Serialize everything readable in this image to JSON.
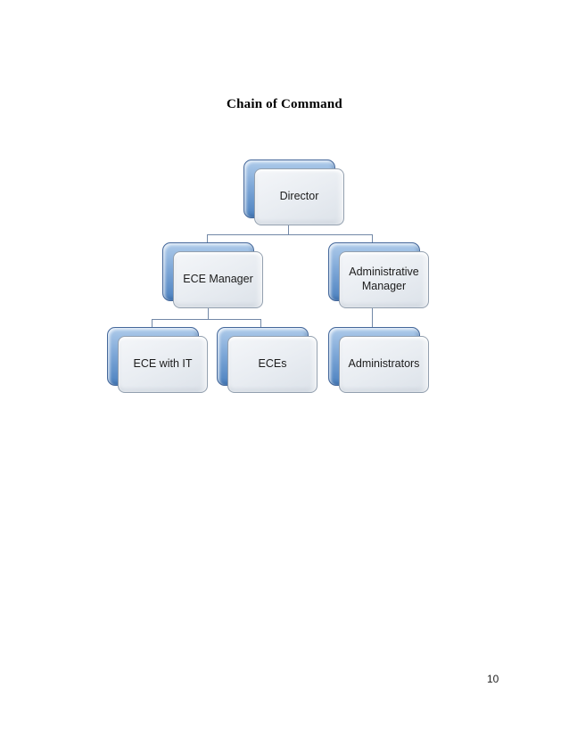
{
  "page": {
    "title": "Chain of Command",
    "page_number": "10"
  },
  "chart": {
    "type": "org-chart",
    "title": "Chain of Command",
    "nodes": [
      {
        "id": "director",
        "label": "Director",
        "parent": null,
        "level": 1
      },
      {
        "id": "ece-manager",
        "label": "ECE Manager",
        "parent": "director",
        "level": 2
      },
      {
        "id": "administrative-manager",
        "label": "Administrative Manager",
        "parent": "director",
        "level": 2
      },
      {
        "id": "ece-with-it",
        "label": "ECE with IT",
        "parent": "ece-manager",
        "level": 3
      },
      {
        "id": "eces",
        "label": "ECEs",
        "parent": "ece-manager",
        "level": 3
      },
      {
        "id": "administrators",
        "label": "Administrators",
        "parent": "administrative-manager",
        "level": 3
      }
    ],
    "colors": {
      "back_box_blue_top": "#aecbea",
      "back_box_blue_mid": "#7fa8d8",
      "back_box_blue_bottom": "#4d82c0",
      "back_box_border": "#44679a",
      "front_box_top": "#f4f6f9",
      "front_box_bottom": "#dce2e9",
      "front_box_border": "#93a0af",
      "connector": "#7288a7",
      "text": "#1c1c1c"
    }
  }
}
